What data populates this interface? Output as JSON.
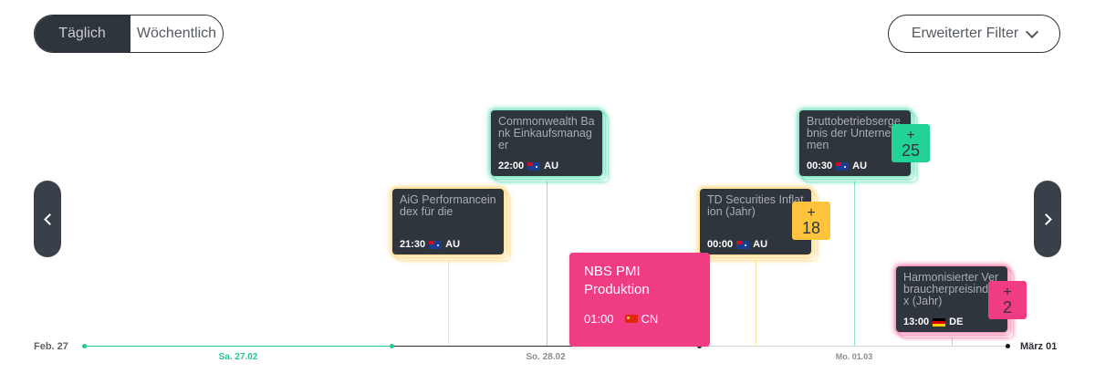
{
  "toggle": {
    "daily": "Täglich",
    "weekly": "Wöchentlich",
    "active": "daily"
  },
  "filter": {
    "label": "Erweiterter Filter"
  },
  "timeline": {
    "start_label": "Feb. 27",
    "end_label": "März 01",
    "days": [
      {
        "label": "Sa. 27.02",
        "color": "#1fcc8c"
      },
      {
        "label": "So. 28.02",
        "color": "#8a8e93"
      },
      {
        "label": "Mo. 01.03",
        "color": "#8a8e93"
      }
    ]
  },
  "events": {
    "aig": {
      "title": "AiG Performanceindex für die",
      "time": "21:30",
      "country": "AU",
      "impact": "medium"
    },
    "commonwealth": {
      "title": "Commonwealth Bank Einkaufsmanager",
      "time": "22:00",
      "country": "AU",
      "impact": "low"
    },
    "nbs": {
      "title": "NBS PMI Produktion",
      "time": "01:00",
      "country": "CN",
      "impact": "high"
    },
    "td": {
      "title": "TD Securities Inflation (Jahr)",
      "time": "00:00",
      "country": "AU",
      "impact": "medium",
      "more": "18"
    },
    "brutto": {
      "title": "Bruttobetriebsergebnis der Unternehmen",
      "time": "00:30",
      "country": "AU",
      "impact": "low",
      "more": "25"
    },
    "hvpi": {
      "title": "Harmonisierter Verbraucherpreisindex (Jahr)",
      "time": "13:00",
      "country": "DE",
      "impact": "high",
      "more": "2"
    }
  },
  "badge_prefix": "+",
  "colors": {
    "low": "#23d296",
    "medium": "#ffc43c",
    "high": "#f03c82",
    "card": "#2f353d"
  },
  "icons": {
    "prev": "chevron-left-icon",
    "next": "chevron-right-icon",
    "filter": "chevron-down-icon"
  }
}
